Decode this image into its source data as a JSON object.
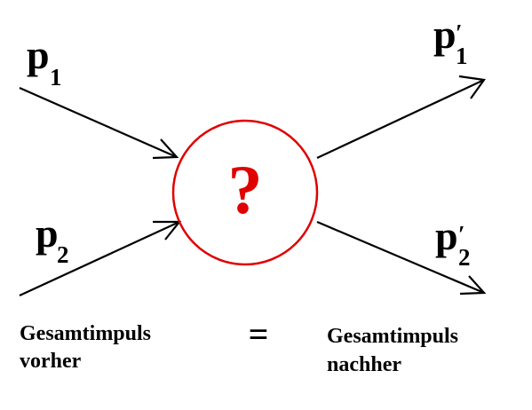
{
  "particles": {
    "in_1": {
      "symbol": "p",
      "subscript": "1",
      "prime": ""
    },
    "in_2": {
      "symbol": "p",
      "subscript": "2",
      "prime": ""
    },
    "out_1": {
      "symbol": "p",
      "subscript": "1",
      "prime": "′"
    },
    "out_2": {
      "symbol": "p",
      "subscript": "2",
      "prime": "′"
    }
  },
  "interaction": {
    "symbol": "?",
    "color": "#e00000"
  },
  "caption": {
    "left_line1": "Gesamtimpuls",
    "left_line2": "vorher",
    "equals": "=",
    "right_line1": "Gesamtimpuls",
    "right_line2": "nachher"
  },
  "colors": {
    "arrows": "#000000",
    "circle": "#e00000",
    "text": "#000000"
  }
}
